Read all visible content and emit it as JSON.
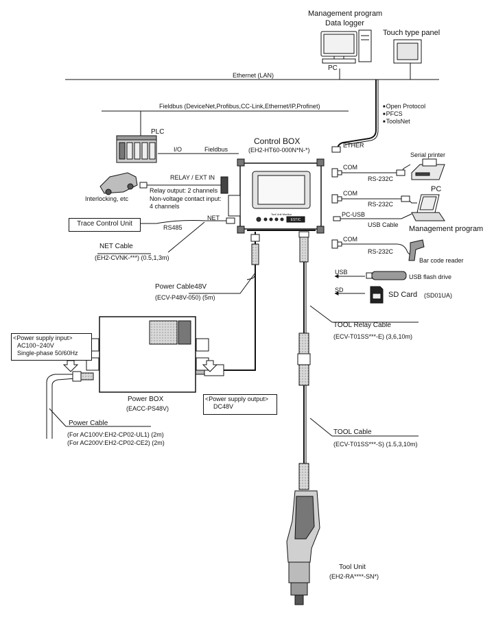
{
  "top": {
    "management_program": "Management program",
    "data_logger": "Data logger",
    "pc": "PC",
    "touch_panel": "Touch type panel",
    "ethernet": "Ethernet (LAN)",
    "protocols": [
      "Open Protocol",
      "PFCS",
      "ToolsNet"
    ]
  },
  "fieldbus": {
    "bus_label": "Fieldbus (DeviceNet,Profibus,CC-Link,Ethernet/IP,Profinet)",
    "plc": "PLC",
    "io": "I/O",
    "fieldbus": "Fieldbus"
  },
  "control_box": {
    "title": "Control BOX",
    "model": "(EH2-HT60-000N*N-*)",
    "ether": "ETHER",
    "relay_ext_in": "RELAY / EXT IN",
    "relay_output": "Relay output:  2 channels",
    "nonvoltage_1": "Non-voltage contact input:",
    "nonvoltage_2": "4 channels",
    "interlocking": "Interlocking, etc",
    "net": "NET",
    "rs485": "RS485"
  },
  "trace": {
    "label": "Trace Control Unit"
  },
  "net_cable": {
    "label": "NET Cable",
    "model": "(EH2-CVNK-***) (0.5,1,3m)"
  },
  "peripherals": {
    "com1": "COM",
    "rs232c_1": "RS-232C",
    "serial_printer": "Serial printer",
    "com2": "COM",
    "rs232c_2": "RS-232C",
    "pc": "PC",
    "pc_usb": "PC-USB",
    "usb_cable": "USB Cable",
    "management_program": "Management program",
    "com3": "COM",
    "rs232c_3": "RS-232C",
    "bar_code_reader": "Bar code reader",
    "usb": "USB",
    "usb_flash": "USB flash drive",
    "sd": "SD",
    "sd_card": "SD Card",
    "sd_model": "(SD01UA)"
  },
  "power_cable48": {
    "label": "Power Cable48V",
    "model": "(ECV-P48V-050) (5m)"
  },
  "power_input": {
    "title": "<Power supply input>",
    "line1": "AC100~240V",
    "line2": "Single-phase 50/60Hz"
  },
  "power_box": {
    "title": "Power BOX",
    "model": "(EACC-PS48V)"
  },
  "power_output": {
    "title": "<Power supply output>",
    "value": "DC48V"
  },
  "power_cable": {
    "title": "Power Cable",
    "line1": "(For AC100V:EH2-CP02-UL1) (2m)",
    "line2": "(For AC200V:EH2-CP02-CE2) (2m)"
  },
  "tool_relay": {
    "title": "TOOL Relay Cable",
    "model": "(ECV-T01SS***-E) (3,6,10m)"
  },
  "tool_cable": {
    "title": "TOOL Cable",
    "model": "(ECV-T01SS***-S) (1.5,3,10m)"
  },
  "tool_unit": {
    "title": "Tool Unit",
    "model": "(EH2-RA****-SN*)"
  },
  "device_text": {
    "control_panel": "Tool Unit Monitor",
    "control_badge": "ESTIC"
  }
}
